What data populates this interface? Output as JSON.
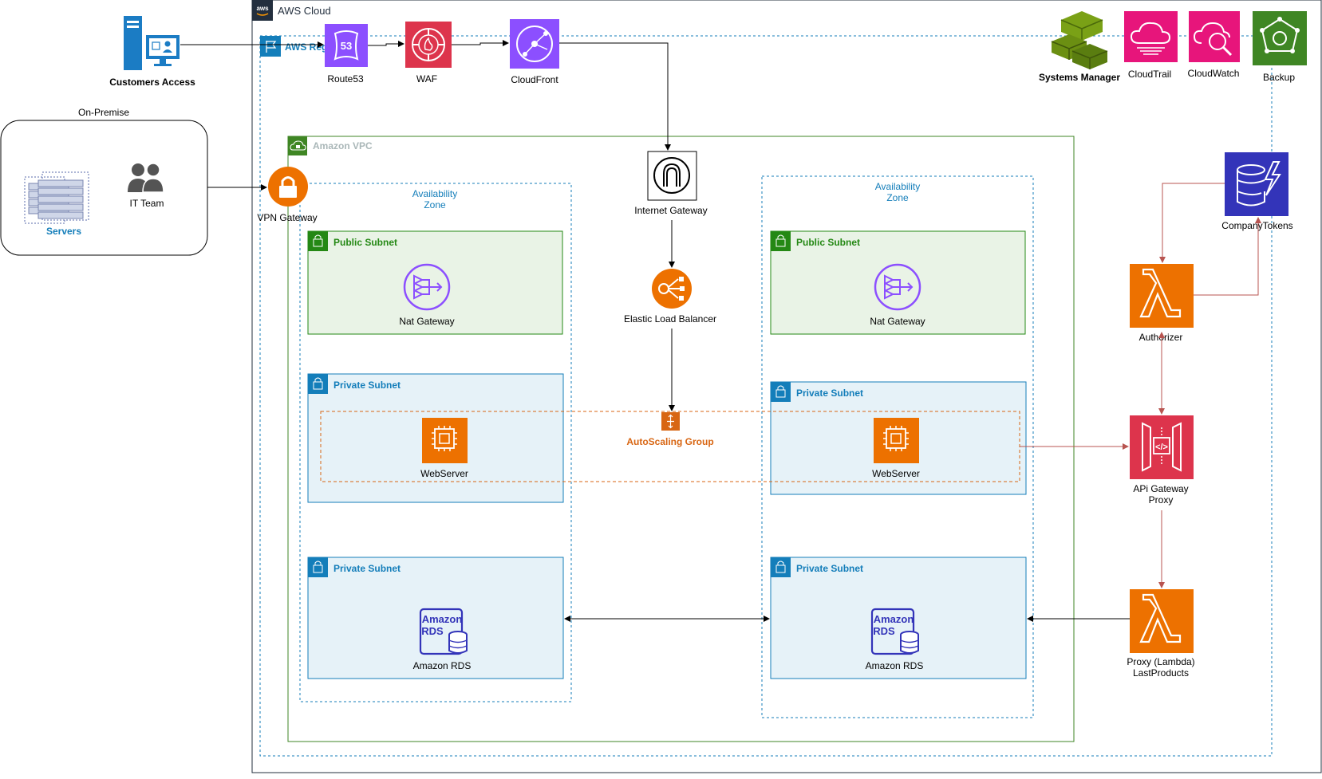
{
  "colors": {
    "aws_border": "#232f3e",
    "region_blue": "#147eba",
    "vpc_green": "#3f8624",
    "public_fill": "#e9f3e6",
    "public_text": "#248814",
    "private_fill": "#e6f2f8",
    "private_text": "#147eba",
    "az_dash": "#147eba",
    "asg_orange": "#d86613",
    "purple": "#8c4fff",
    "waf_red": "#dd344c",
    "ec2_orange": "#ed7100",
    "lambda_orange": "#ed7100",
    "pink": "#e7157b",
    "green_dark": "#3f8624",
    "link_red": "#b85450"
  },
  "diagram": {
    "aws_cloud": {
      "label": "AWS Cloud",
      "icon": "aws-logo-icon"
    },
    "aws_region": {
      "label": "AWS Region",
      "icon": "region-flag-icon"
    },
    "vpc": {
      "label": "Amazon VPC",
      "icon": "vpc-cloud-lock-icon"
    },
    "on_premise": {
      "label": "On-Premise",
      "servers": {
        "label": "Servers",
        "icon": "servers-icon"
      },
      "it_team": {
        "label": "IT Team",
        "icon": "users-icon"
      }
    },
    "customers": {
      "label": "Customers Access",
      "icon": "client-workstation-icon"
    },
    "edge": {
      "route53": {
        "label": "Route53",
        "icon": "route53-icon"
      },
      "waf": {
        "label": "WAF",
        "icon": "waf-icon"
      },
      "cloudfront": {
        "label": "CloudFront",
        "icon": "cloudfront-icon"
      }
    },
    "management": {
      "systems_manager": {
        "label": "Systems Manager",
        "icon": "systems-manager-icon"
      },
      "cloudtrail": {
        "label": "CloudTrail",
        "icon": "cloudtrail-icon"
      },
      "cloudwatch": {
        "label": "CloudWatch",
        "icon": "cloudwatch-icon"
      },
      "backup": {
        "label": "Backup",
        "icon": "backup-icon"
      }
    },
    "vpn_gateway": {
      "label": "VPN Gateway",
      "icon": "lock-icon"
    },
    "internet_gateway": {
      "label": "Internet Gateway",
      "icon": "internet-gateway-icon"
    },
    "elb": {
      "label": "Elastic Load Balancer",
      "icon": "load-balancer-icon"
    },
    "asg": {
      "label": "AutoScaling Group",
      "icon": "autoscaling-icon"
    },
    "az_left": {
      "label_line1": "Availability",
      "label_line2": "Zone"
    },
    "az_right": {
      "label_line1": "Availability",
      "label_line2": "Zone"
    },
    "subnets": {
      "public_left": {
        "label": "Public Subnet",
        "node": "Nat Gateway"
      },
      "public_right": {
        "label": "Public Subnet",
        "node": "Nat Gateway"
      },
      "private_web_left": {
        "label": "Private Subnet",
        "node": "WebServer"
      },
      "private_web_right": {
        "label": "Private Subnet",
        "node": "WebServer"
      },
      "private_db_left": {
        "label": "Private Subnet",
        "node": "Amazon RDS"
      },
      "private_db_right": {
        "label": "Private Subnet",
        "node": "Amazon RDS"
      }
    },
    "rds_icon_text_1": "Amazon",
    "rds_icon_text_2": "RDS",
    "serverless": {
      "dynamodb": {
        "label": "CompanyTokens",
        "icon": "dynamodb-icon"
      },
      "authorizer": {
        "label": "Authorizer",
        "icon": "lambda-icon"
      },
      "api_gateway": {
        "label_line1": "APi Gateway",
        "label_line2": "Proxy",
        "icon": "api-gateway-icon"
      },
      "proxy_lambda": {
        "label_line1": "Proxy (Lambda)",
        "label_line2": "LastProducts",
        "icon": "lambda-icon"
      }
    }
  }
}
